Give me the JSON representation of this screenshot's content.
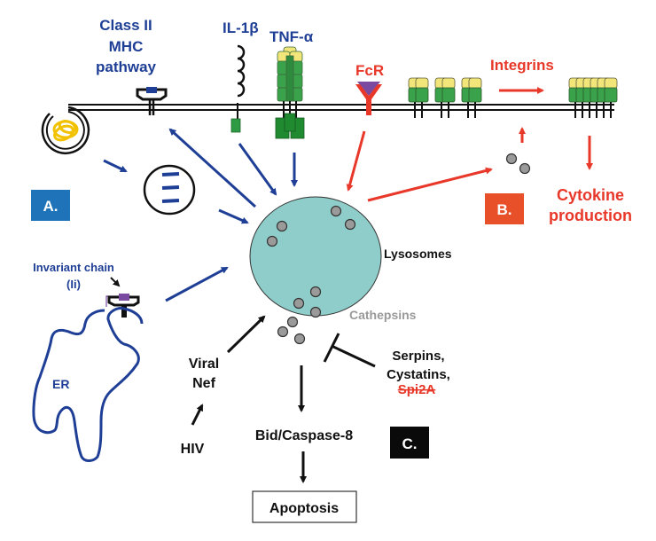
{
  "colors": {
    "blue": "#1f3f96",
    "red": "#e8382a",
    "black": "#111111",
    "lysosome_fill": "#8ecdc9",
    "granule": "#9a9a9a",
    "green": "#2e9a44",
    "dark_green": "#1f7a2c",
    "yellow": "#f2e67a",
    "purple": "#7a4aa0",
    "box_a": "#1f73b8",
    "box_b": "#e8502a",
    "box_c": "#0a0a0a",
    "cathepsins_gray": "#9a9a9a"
  },
  "labels": {
    "class_ii_mhc": [
      "Class II",
      "MHC",
      "pathway"
    ],
    "il1b": "IL-1β",
    "tnfa": "TNF-α",
    "fcr": "FcR",
    "integrins": "Integrins",
    "cytokine": [
      "Cytokine",
      "production"
    ],
    "lysosomes": "Lysosomes",
    "cathepsins": "Cathepsins",
    "invariant_chain": [
      "Invariant chain",
      "(Ii)"
    ],
    "er": "ER",
    "viral_nef": [
      "Viral",
      "Nef"
    ],
    "hiv": "HIV",
    "inhibitors": [
      "Serpins,",
      "Cystatins,"
    ],
    "spi2a": "Spi2A",
    "bid_caspase": "Bid/Caspase-8",
    "apoptosis": "Apoptosis",
    "panel_a": "A.",
    "panel_b": "B.",
    "panel_c": "C."
  }
}
